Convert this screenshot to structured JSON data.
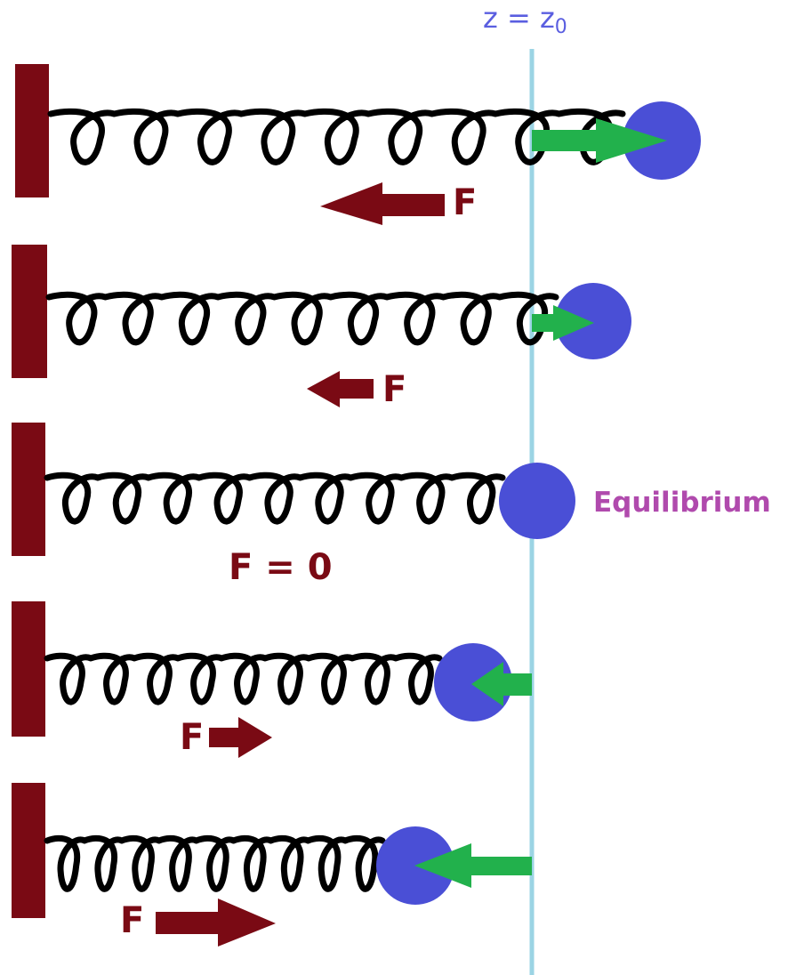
{
  "reference_line": {
    "label_main": "z = z",
    "label_sub": "0"
  },
  "rows": [
    {
      "force_label": "F"
    },
    {
      "force_label": "F"
    },
    {
      "force_label": "F = 0",
      "state_label": "Equilibrium"
    },
    {
      "force_label": "F"
    },
    {
      "force_label": "F"
    }
  ],
  "colors": {
    "wall": "#7a0a14",
    "spring": "#000000",
    "mass": "#4a4fd6",
    "displacement_arrow": "#22b14c",
    "force_arrow": "#7a0a14",
    "reference_line": "#9bd4e4",
    "equilibrium_label": "#b04aad"
  }
}
